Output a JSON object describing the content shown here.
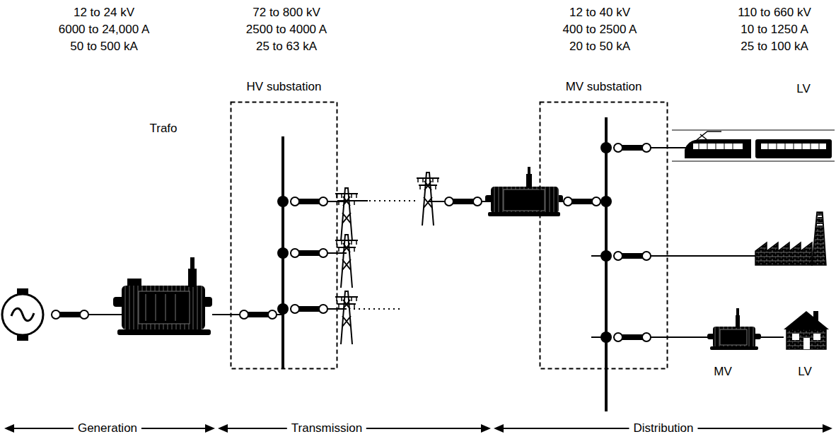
{
  "diagram": {
    "nodes": [
      {
        "text": [
          "HV substation"
        ]
      },
      {
        "text": [
          "MV substation"
        ]
      }
    ],
    "labels": [
      "12 to 24 kV",
      "6000 to 24,000 A",
      "50 to 500 kA",
      "72 to 800 kV",
      "2500 to 4000 A",
      "25 to 63 kA",
      "12 to 40 kV",
      "400 to 2500 A",
      "20 to 50 kA",
      "110 to 660 kV",
      "10 to 1250 A",
      "25 to 100 kA",
      "LV",
      "Trafo",
      "MV",
      "LV",
      "Generation",
      "Transmission",
      "Distribution"
    ]
  }
}
